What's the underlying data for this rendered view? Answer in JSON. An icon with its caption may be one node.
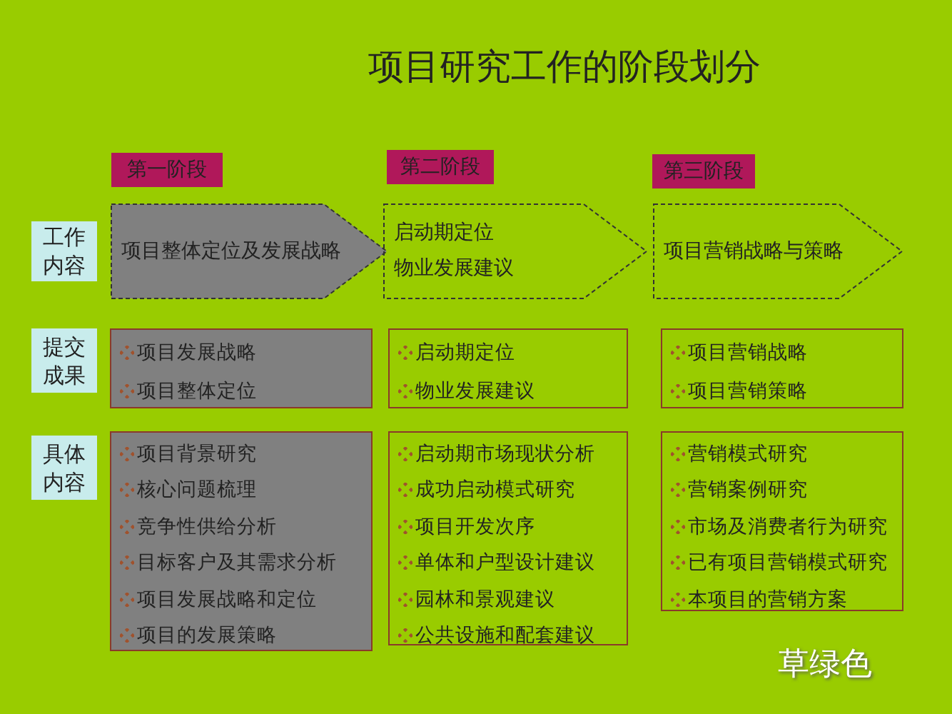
{
  "diagram": {
    "title": "项目研究工作的阶段划分",
    "nodes": [
      {
        "text": [
          "第一阶段"
        ]
      },
      {
        "text": [
          "第二阶段"
        ]
      },
      {
        "text": [
          "第三阶段"
        ]
      },
      {
        "text": [
          "工作内容"
        ]
      },
      {
        "text": [
          "项目整体定位及发展战略"
        ]
      },
      {
        "text": [
          "启动期定位",
          "物业发展建议"
        ]
      },
      {
        "text": [
          "项目营销战略与策略"
        ]
      },
      {
        "text": [
          "提交成果"
        ]
      },
      {
        "text": [
          "项目发展战略",
          "项目整体定位"
        ]
      },
      {
        "text": [
          "启动期定位",
          "物业发展建议"
        ]
      },
      {
        "text": [
          "项目营销战略",
          "项目营销策略"
        ]
      },
      {
        "text": [
          "具体内容"
        ]
      },
      {
        "text": [
          "项目背景研究",
          "核心问题梳理",
          "竞争性供给分析",
          "目标客户及其需求分析",
          "项目发展战略和定位",
          "项目的发展策略"
        ]
      },
      {
        "text": [
          "启动期市场现状分析",
          "成功启动模式研究",
          "项目开发次序",
          "单体和户型设计建议",
          "园林和景观建议",
          "公共设施和配套建议"
        ]
      },
      {
        "text": [
          "营销模式研究",
          "营销案例研究",
          "市场及消费者行为研究",
          "已有项目营销模式研究",
          "本项目的营销方案"
        ]
      }
    ],
    "labels": [
      "草绿色"
    ]
  }
}
